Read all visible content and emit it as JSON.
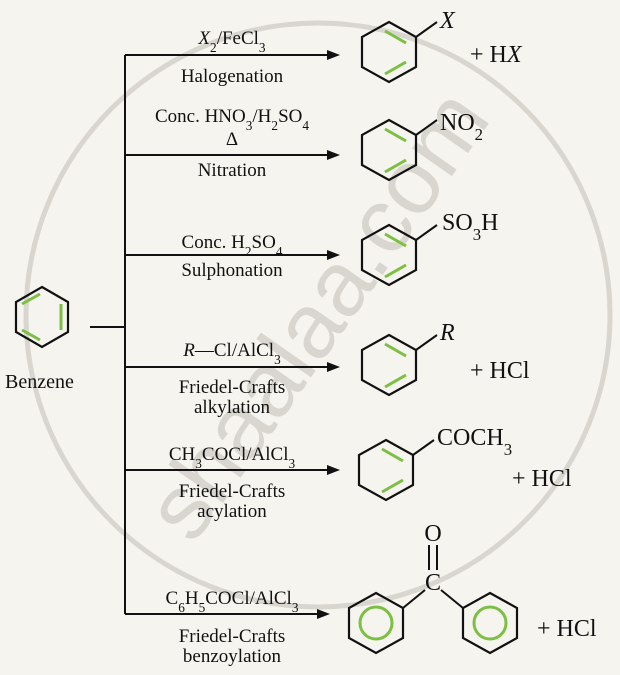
{
  "watermark": "shaalaa.com",
  "reactant": {
    "name": "Benzene"
  },
  "colors": {
    "ink": "#111111",
    "ring_accent": "#7cc043",
    "watermark": "#d9d6cf",
    "background": "#f6f4ef"
  },
  "reactions": [
    {
      "id": "halogenation",
      "reagent": {
        "parts": [
          {
            "t": "X",
            "i": true
          },
          {
            "t": "2",
            "sub": true
          },
          {
            "t": "/FeCl"
          },
          {
            "t": "3",
            "sub": true
          }
        ]
      },
      "name": [
        "Halogenation"
      ],
      "product": {
        "substituent": "X",
        "byproduct": [
          {
            "t": "+ H"
          },
          {
            "t": "X",
            "i": true
          }
        ]
      }
    },
    {
      "id": "nitration",
      "reagent": {
        "parts": [
          {
            "t": "Conc. HNO"
          },
          {
            "t": "3",
            "sub": true
          },
          {
            "t": "/H"
          },
          {
            "t": "2",
            "sub": true
          },
          {
            "t": "SO"
          },
          {
            "t": "4",
            "sub": true
          }
        ]
      },
      "condition": "Δ",
      "name": [
        "Nitration"
      ],
      "product": {
        "substituent_parts": [
          {
            "t": "NO"
          },
          {
            "t": "2",
            "sub": true
          }
        ]
      }
    },
    {
      "id": "sulphonation",
      "reagent": {
        "parts": [
          {
            "t": "Conc. H"
          },
          {
            "t": "2",
            "sub": true
          },
          {
            "t": "SO"
          },
          {
            "t": "4",
            "sub": true
          }
        ]
      },
      "name": [
        "Sulphonation"
      ],
      "product": {
        "substituent_parts": [
          {
            "t": "SO"
          },
          {
            "t": "3",
            "sub": true
          },
          {
            "t": "H"
          }
        ]
      }
    },
    {
      "id": "alkylation",
      "reagent": {
        "parts": [
          {
            "t": "R",
            "i": true
          },
          {
            "t": "—Cl/AlCl"
          },
          {
            "t": "3",
            "sub": true
          }
        ]
      },
      "name": [
        "Friedel-Crafts",
        "alkylation"
      ],
      "product": {
        "substituent": "R",
        "byproduct_text": "+ HCl"
      }
    },
    {
      "id": "acylation",
      "reagent": {
        "parts": [
          {
            "t": "CH"
          },
          {
            "t": "3",
            "sub": true
          },
          {
            "t": "COCl/AlCl"
          },
          {
            "t": "3",
            "sub": true
          }
        ]
      },
      "name": [
        "Friedel-Crafts",
        "acylation"
      ],
      "product": {
        "substituent_parts": [
          {
            "t": "COCH"
          },
          {
            "t": "3",
            "sub": true
          }
        ],
        "byproduct_text": "+ HCl"
      }
    },
    {
      "id": "benzoylation",
      "reagent": {
        "parts": [
          {
            "t": "C"
          },
          {
            "t": "6",
            "sub": true
          },
          {
            "t": "H"
          },
          {
            "t": "5",
            "sub": true
          },
          {
            "t": "COCl/AlCl"
          },
          {
            "t": "3",
            "sub": true
          }
        ]
      },
      "name": [
        "Friedel-Crafts",
        "benzoylation"
      ],
      "product": {
        "atom_c": "C",
        "atom_o": "O",
        "byproduct_text": "+ HCl"
      }
    }
  ]
}
